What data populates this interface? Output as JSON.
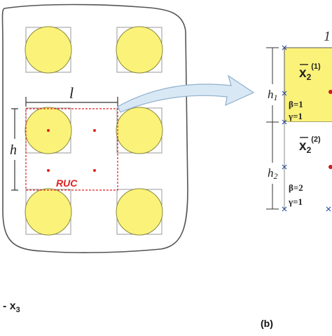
{
  "panel_a": {
    "length_label": "l",
    "height_label": "h",
    "ruc_label": "RUC",
    "axis_label": "- x",
    "axis_subscript": "3"
  },
  "panel_b": {
    "panel_label": "(b)",
    "h1_label": "h",
    "h1_subscript": "1",
    "h2_label": "h",
    "h2_subscript": "2",
    "cell1_beta": "β=1",
    "cell1_gamma": "γ=1",
    "cell2_beta": "β=2",
    "cell2_gamma": "γ=1",
    "x_bar_1_label": "x",
    "x_bar_1_sub": "2",
    "x_bar_1_sup": "(1)",
    "x_bar_2_label": "x",
    "x_bar_2_sub": "2",
    "x_bar_2_sup": "(2)",
    "top_cut_glyph": "1"
  },
  "colors": {
    "fiber_fill": "#fbf27a",
    "fiber_stroke": "#8a8a3a",
    "ruc_red": "#e02020",
    "arrow_fill": "#d9e8f5",
    "arrow_stroke": "#8fb0cc",
    "marker_blue": "#2f4fa8",
    "outline": "#555555"
  }
}
